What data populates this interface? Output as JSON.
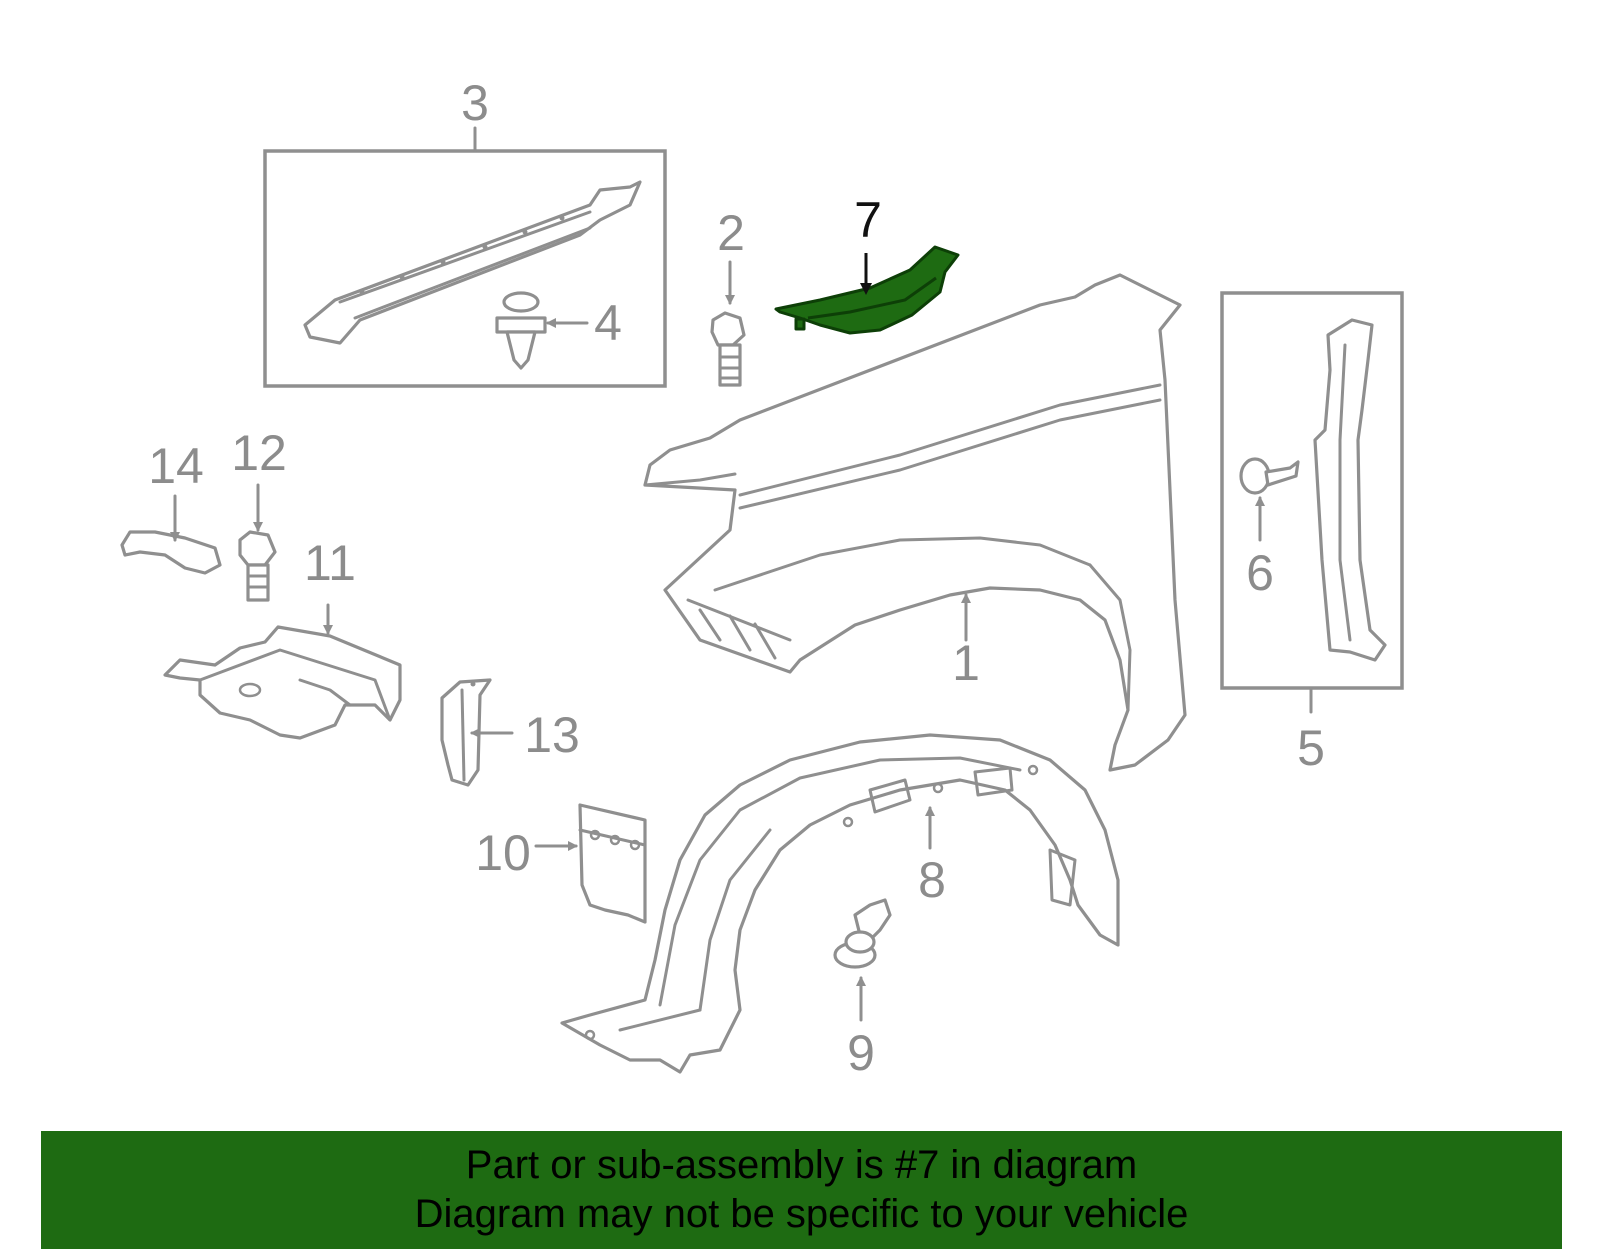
{
  "colors": {
    "line_art": "#8f8f8f",
    "highlight_fill": "#1e6b12",
    "highlight_stroke": "#0d3f07",
    "banner_background": "#1e6b12",
    "banner_text": "#000000",
    "page_background": "#ffffff"
  },
  "highlighted_part": "7",
  "callouts": [
    "1",
    "2",
    "3",
    "4",
    "5",
    "6",
    "7",
    "8",
    "9",
    "10",
    "11",
    "12",
    "13",
    "14"
  ],
  "banner": {
    "line1": "Part or sub-assembly is #7 in diagram",
    "line2": "Diagram may not be specific to your vehicle"
  }
}
